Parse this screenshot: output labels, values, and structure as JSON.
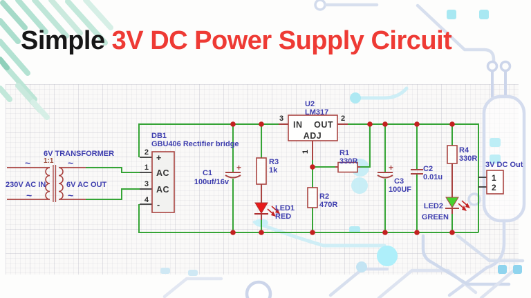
{
  "title": {
    "prefix": "Simple ",
    "highlight": "3V DC Power Supply Circuit"
  },
  "colors": {
    "title_red": "#ee3a34",
    "wire_green": "#35a435",
    "component_red": "#a94340",
    "label_blue": "#3d3dae",
    "junction_red": "#c42020",
    "led1_fill": "#e81a1a",
    "led2_fill": "#46d12e",
    "stripe_teal": "#b3e2d2",
    "trace_blue": "#d4dcee",
    "pad_cyan": "#a8e8f2"
  },
  "schematic": {
    "transformer": {
      "title": "6V TRANSFORMER",
      "ratio": "1:1",
      "primary_label": "230V AC IN",
      "secondary_label": "6V AC OUT",
      "tilde": "~"
    },
    "bridge": {
      "ref": "DB1",
      "value": "GBU406 Rectifier bridge",
      "pins": [
        {
          "num": "2",
          "name": "+"
        },
        {
          "num": "1",
          "name": "AC"
        },
        {
          "num": "3",
          "name": "AC"
        },
        {
          "num": "4",
          "name": "-"
        }
      ]
    },
    "regulator": {
      "ref": "U2",
      "value": "LM317",
      "pin_in": "IN",
      "pin_out": "OUT",
      "pin_adj": "ADJ",
      "num_in": "3",
      "num_out": "2",
      "num_adj": "1"
    },
    "c1": {
      "ref": "C1",
      "value": "100uf/16v",
      "plus": "+"
    },
    "r3": {
      "ref": "R3",
      "value": "1k"
    },
    "led1": {
      "ref": "LED1",
      "value": "RED"
    },
    "r1": {
      "ref": "R1",
      "value": "330R"
    },
    "r2": {
      "ref": "R2",
      "value": "470R"
    },
    "c3": {
      "ref": "C3",
      "value": "100UF",
      "plus": "+"
    },
    "c2": {
      "ref": "C2",
      "value": "0.01u"
    },
    "r4": {
      "ref": "R4",
      "value": "330R"
    },
    "led2": {
      "ref": "LED2",
      "value": "GREEN"
    },
    "output": {
      "label": "3V DC Out",
      "pin1": "1",
      "pin2": "2"
    }
  }
}
